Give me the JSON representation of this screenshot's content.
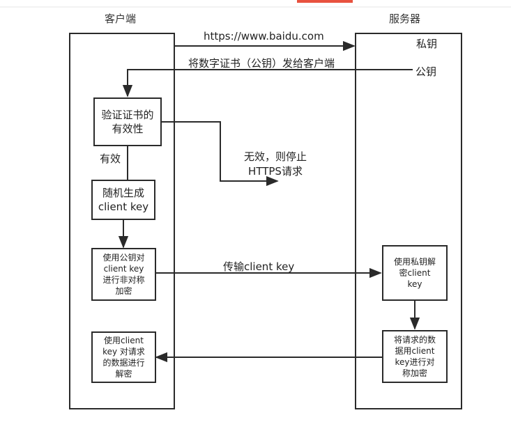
{
  "client": {
    "title": "客户端"
  },
  "server": {
    "title": "服务器",
    "private_key": "私钥",
    "public_key": "公钥"
  },
  "messages": {
    "url": "https://www.baidu.com",
    "send_cert": "将数字证书（公钥）发给客户端",
    "transfer": "传输client key"
  },
  "nodes": {
    "verify": {
      "line1": "验证证书的",
      "line2": "有效性"
    },
    "valid_label": "有效",
    "invalid": {
      "line1": "无效，则停止",
      "line2": "HTTPS请求"
    },
    "generate": {
      "line1": "随机生成",
      "line2": "client key"
    },
    "encrypt_key": {
      "line1": "使用公钥对",
      "line2": "client key",
      "line3": "进行非对称",
      "line4": "加密"
    },
    "decrypt_key": {
      "line1": "使用私钥解",
      "line2": "密client",
      "line3": "key"
    },
    "encrypt_req": {
      "line1": "将请求的数",
      "line2": "据用client",
      "line3": "key进行对",
      "line4": "称加密"
    },
    "decrypt_req": {
      "line1": "使用client",
      "line2": "key 对请求",
      "line3": "的数据进行",
      "line4": "解密"
    }
  },
  "colors": {
    "stroke": "#2a2a2a",
    "top_accent": "#e8523f"
  }
}
